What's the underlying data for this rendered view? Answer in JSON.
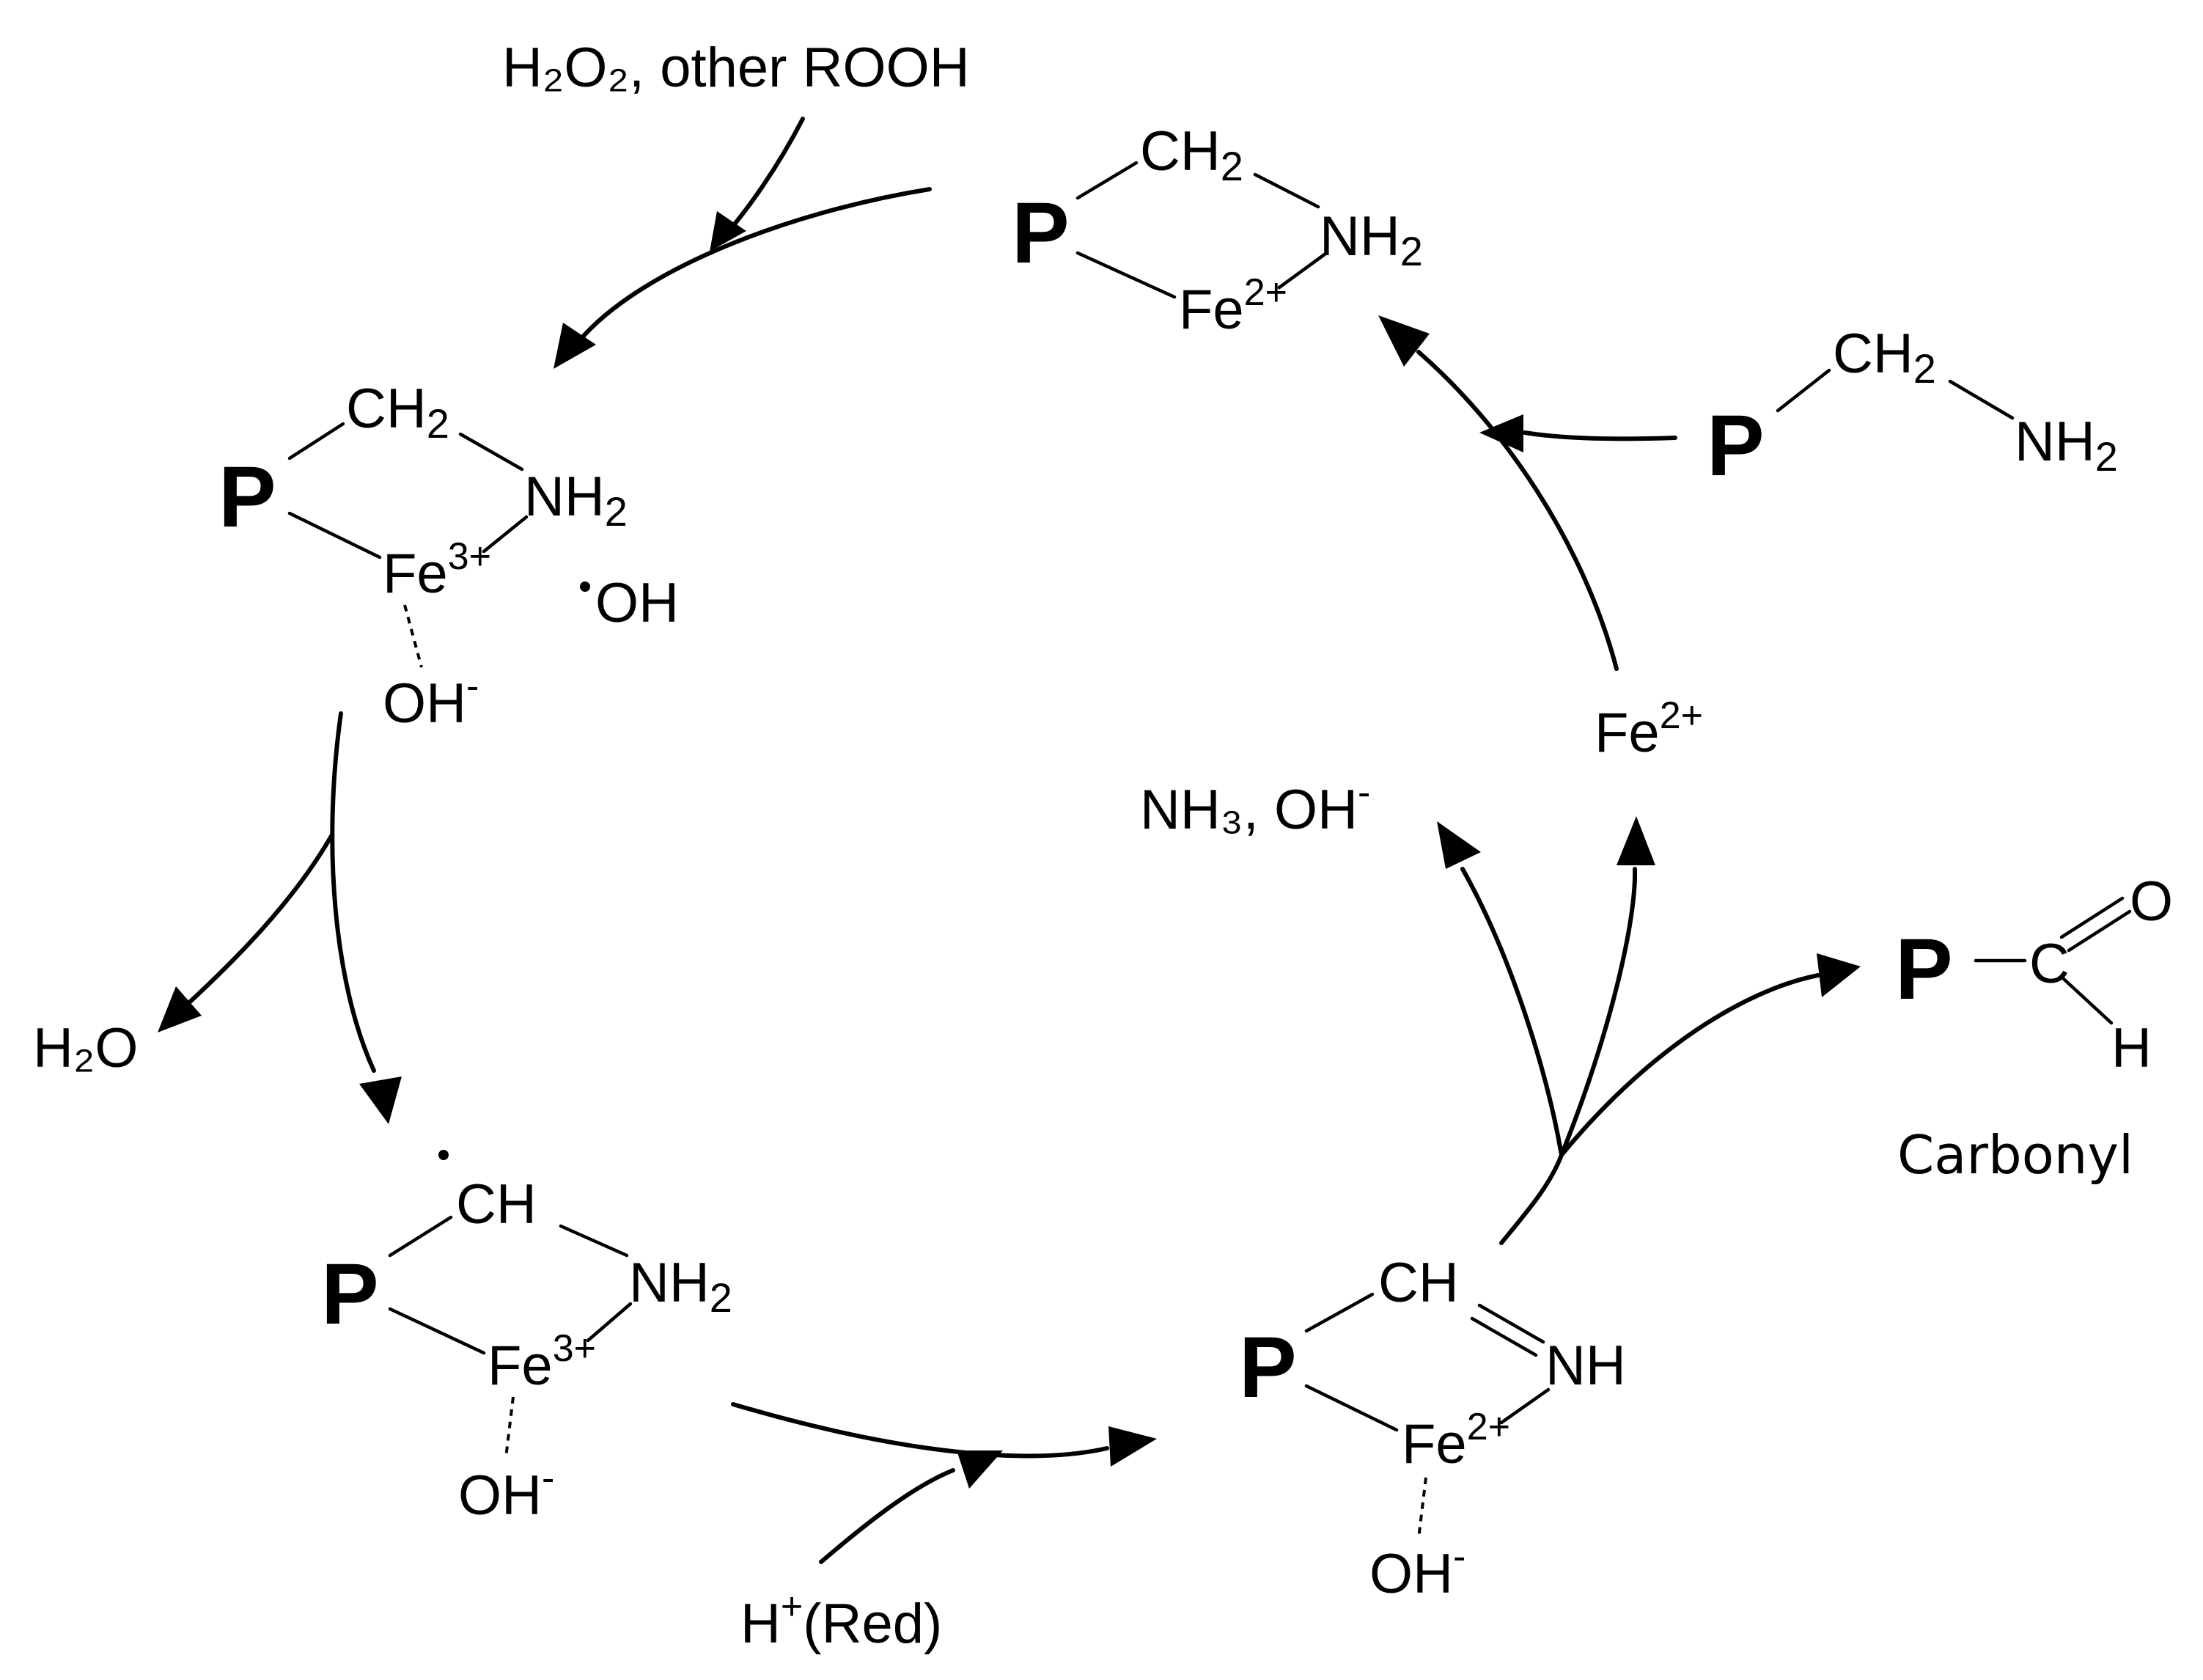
{
  "reagents": {
    "oxidant_h2o2": "H₂O₂",
    "oxidant_rest": ", other ROOH",
    "water": "H₂O",
    "ammonia_hydroxide": "NH₃, OH",
    "ammonia_hydroxide_charge": "-",
    "free_iron": "Fe",
    "free_iron_charge": "2+",
    "proton_h": "H",
    "proton_charge": "+",
    "proton_rest": "(Red)"
  },
  "labels": {
    "protein": "P",
    "ch2": "CH",
    "ch2_sub": "2",
    "ch": "CH",
    "nh2": "NH",
    "nh2_sub": "2",
    "nh": "NH",
    "fe": "Fe",
    "fe2": "2+",
    "fe3": "3+",
    "oh": "OH",
    "oh_charge": "-",
    "radical_oh": "OH",
    "c": "C",
    "o": "O",
    "h": "H"
  },
  "products": {
    "carbonyl": "Carbonyl"
  }
}
